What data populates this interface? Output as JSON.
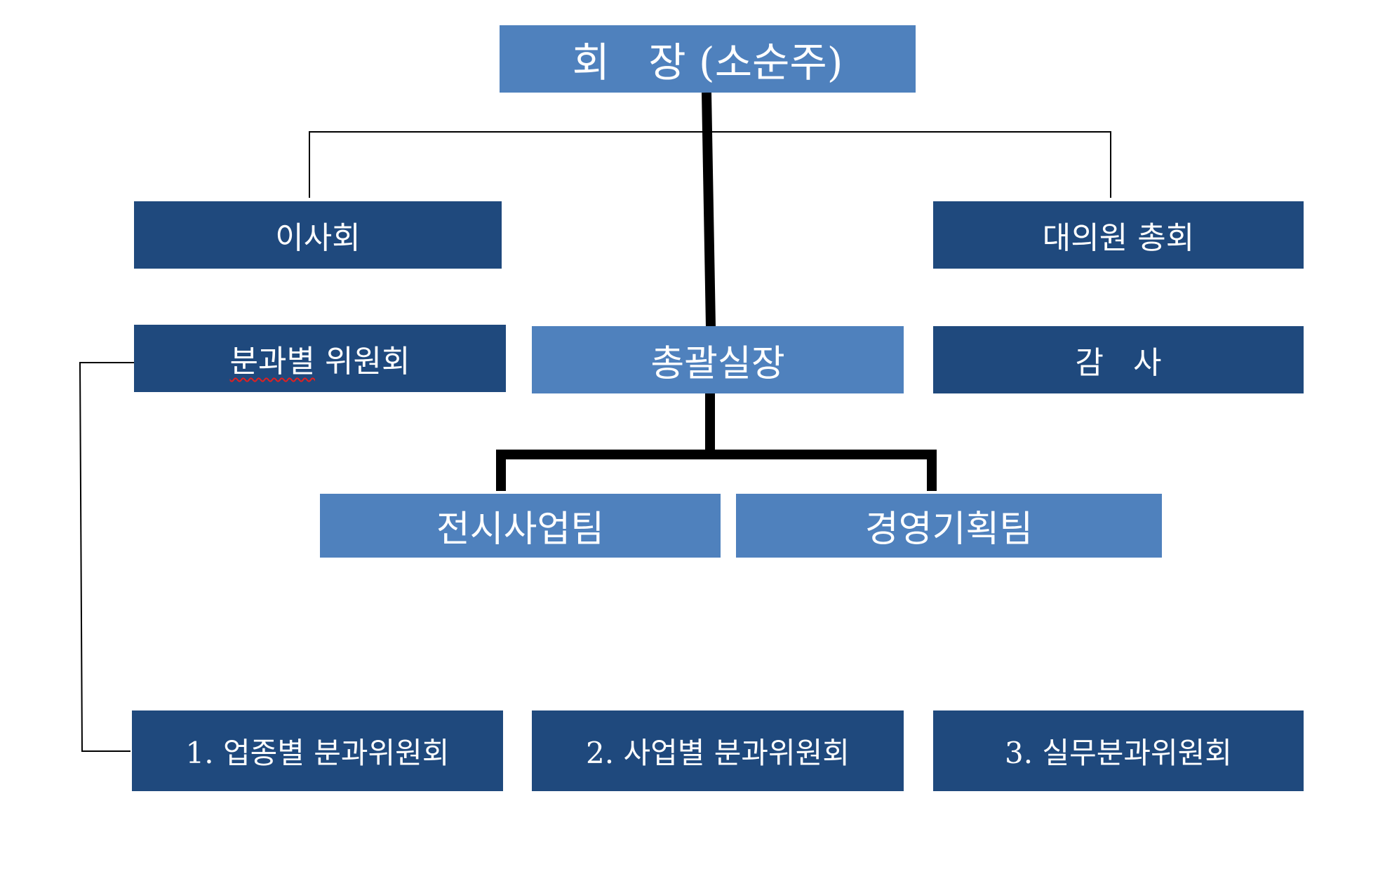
{
  "nodes": {
    "chairman": "회   장 (소순주)",
    "board": "이사회",
    "general_assembly": "대의원 총회",
    "subcommittee_head": "분과별",
    "subcommittee_tail": " 위원회",
    "general_manager": "총괄실장",
    "auditor": "감   사",
    "exhibition_team": "전시사업팀",
    "planning_team": "경영기획팀",
    "committee_1": "1. 업종별 분과위원회",
    "committee_2": "2. 사업별 분과위원회",
    "committee_3": "3. 실무분과위원회"
  },
  "colors": {
    "dark_box": "#1f497d",
    "light_box": "#4f81bd",
    "line": "#000000",
    "text": "#ffffff"
  }
}
